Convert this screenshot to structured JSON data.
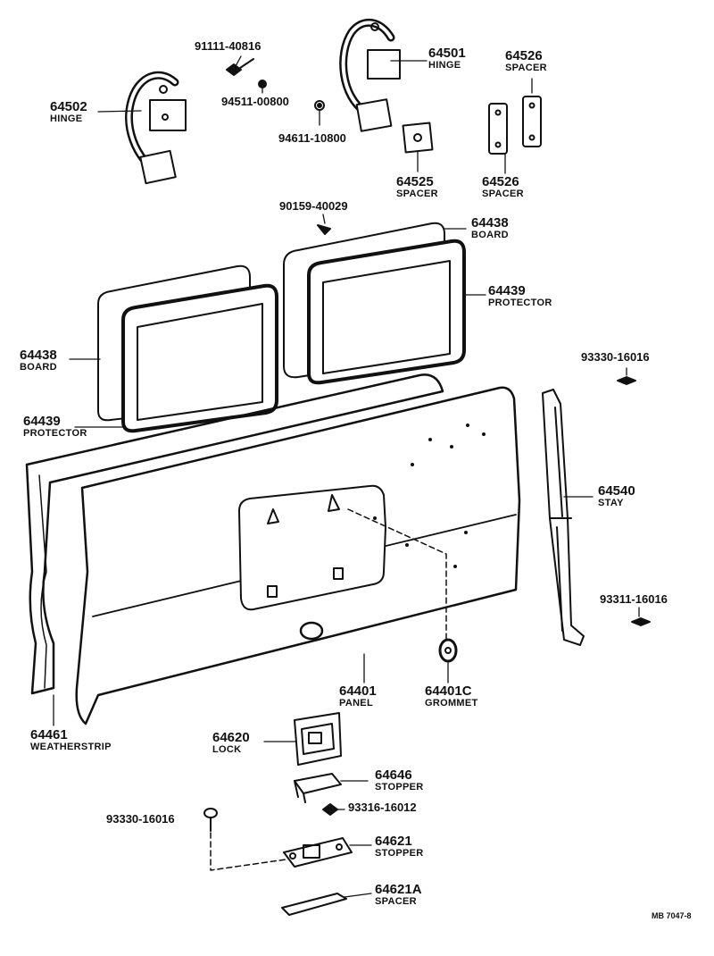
{
  "diagram": {
    "reference_code": "MB 7047-8",
    "callouts": [
      {
        "id": "hinge_left",
        "number": "64502",
        "name": "HINGE"
      },
      {
        "id": "bolt_top",
        "number": "91111-40816",
        "name": ""
      },
      {
        "id": "washer_top",
        "number": "94511-00800",
        "name": ""
      },
      {
        "id": "nut_top",
        "number": "94611-10800",
        "name": ""
      },
      {
        "id": "hinge_right",
        "number": "64501",
        "name": "HINGE"
      },
      {
        "id": "spacer_top_right",
        "number": "64526",
        "name": "SPACER"
      },
      {
        "id": "spacer_square",
        "number": "64525",
        "name": "SPACER"
      },
      {
        "id": "spacer_mid_right",
        "number": "64526",
        "name": "SPACER"
      },
      {
        "id": "clip",
        "number": "90159-40029",
        "name": ""
      },
      {
        "id": "board_right",
        "number": "64438",
        "name": "BOARD"
      },
      {
        "id": "protector_right",
        "number": "64439",
        "name": "PROTECTOR"
      },
      {
        "id": "board_left",
        "number": "64438",
        "name": "BOARD"
      },
      {
        "id": "protector_left",
        "number": "64439",
        "name": "PROTECTOR"
      },
      {
        "id": "screw_stay_top",
        "number": "93330-16016",
        "name": ""
      },
      {
        "id": "stay",
        "number": "64540",
        "name": "STAY"
      },
      {
        "id": "screw_stay_bottom",
        "number": "93311-16016",
        "name": ""
      },
      {
        "id": "panel",
        "number": "64401",
        "name": "PANEL"
      },
      {
        "id": "grommet",
        "number": "64401C",
        "name": "GROMMET"
      },
      {
        "id": "weatherstrip",
        "number": "64461",
        "name": "WEATHERSTRIP"
      },
      {
        "id": "lock",
        "number": "64620",
        "name": "LOCK"
      },
      {
        "id": "stopper_upper",
        "number": "64646",
        "name": "STOPPER"
      },
      {
        "id": "screw_stopper",
        "number": "93316-16012",
        "name": ""
      },
      {
        "id": "screw_lower_left",
        "number": "93330-16016",
        "name": ""
      },
      {
        "id": "stopper_lower",
        "number": "64621",
        "name": "STOPPER"
      },
      {
        "id": "spacer_bottom",
        "number": "64621A",
        "name": "SPACER"
      }
    ]
  }
}
